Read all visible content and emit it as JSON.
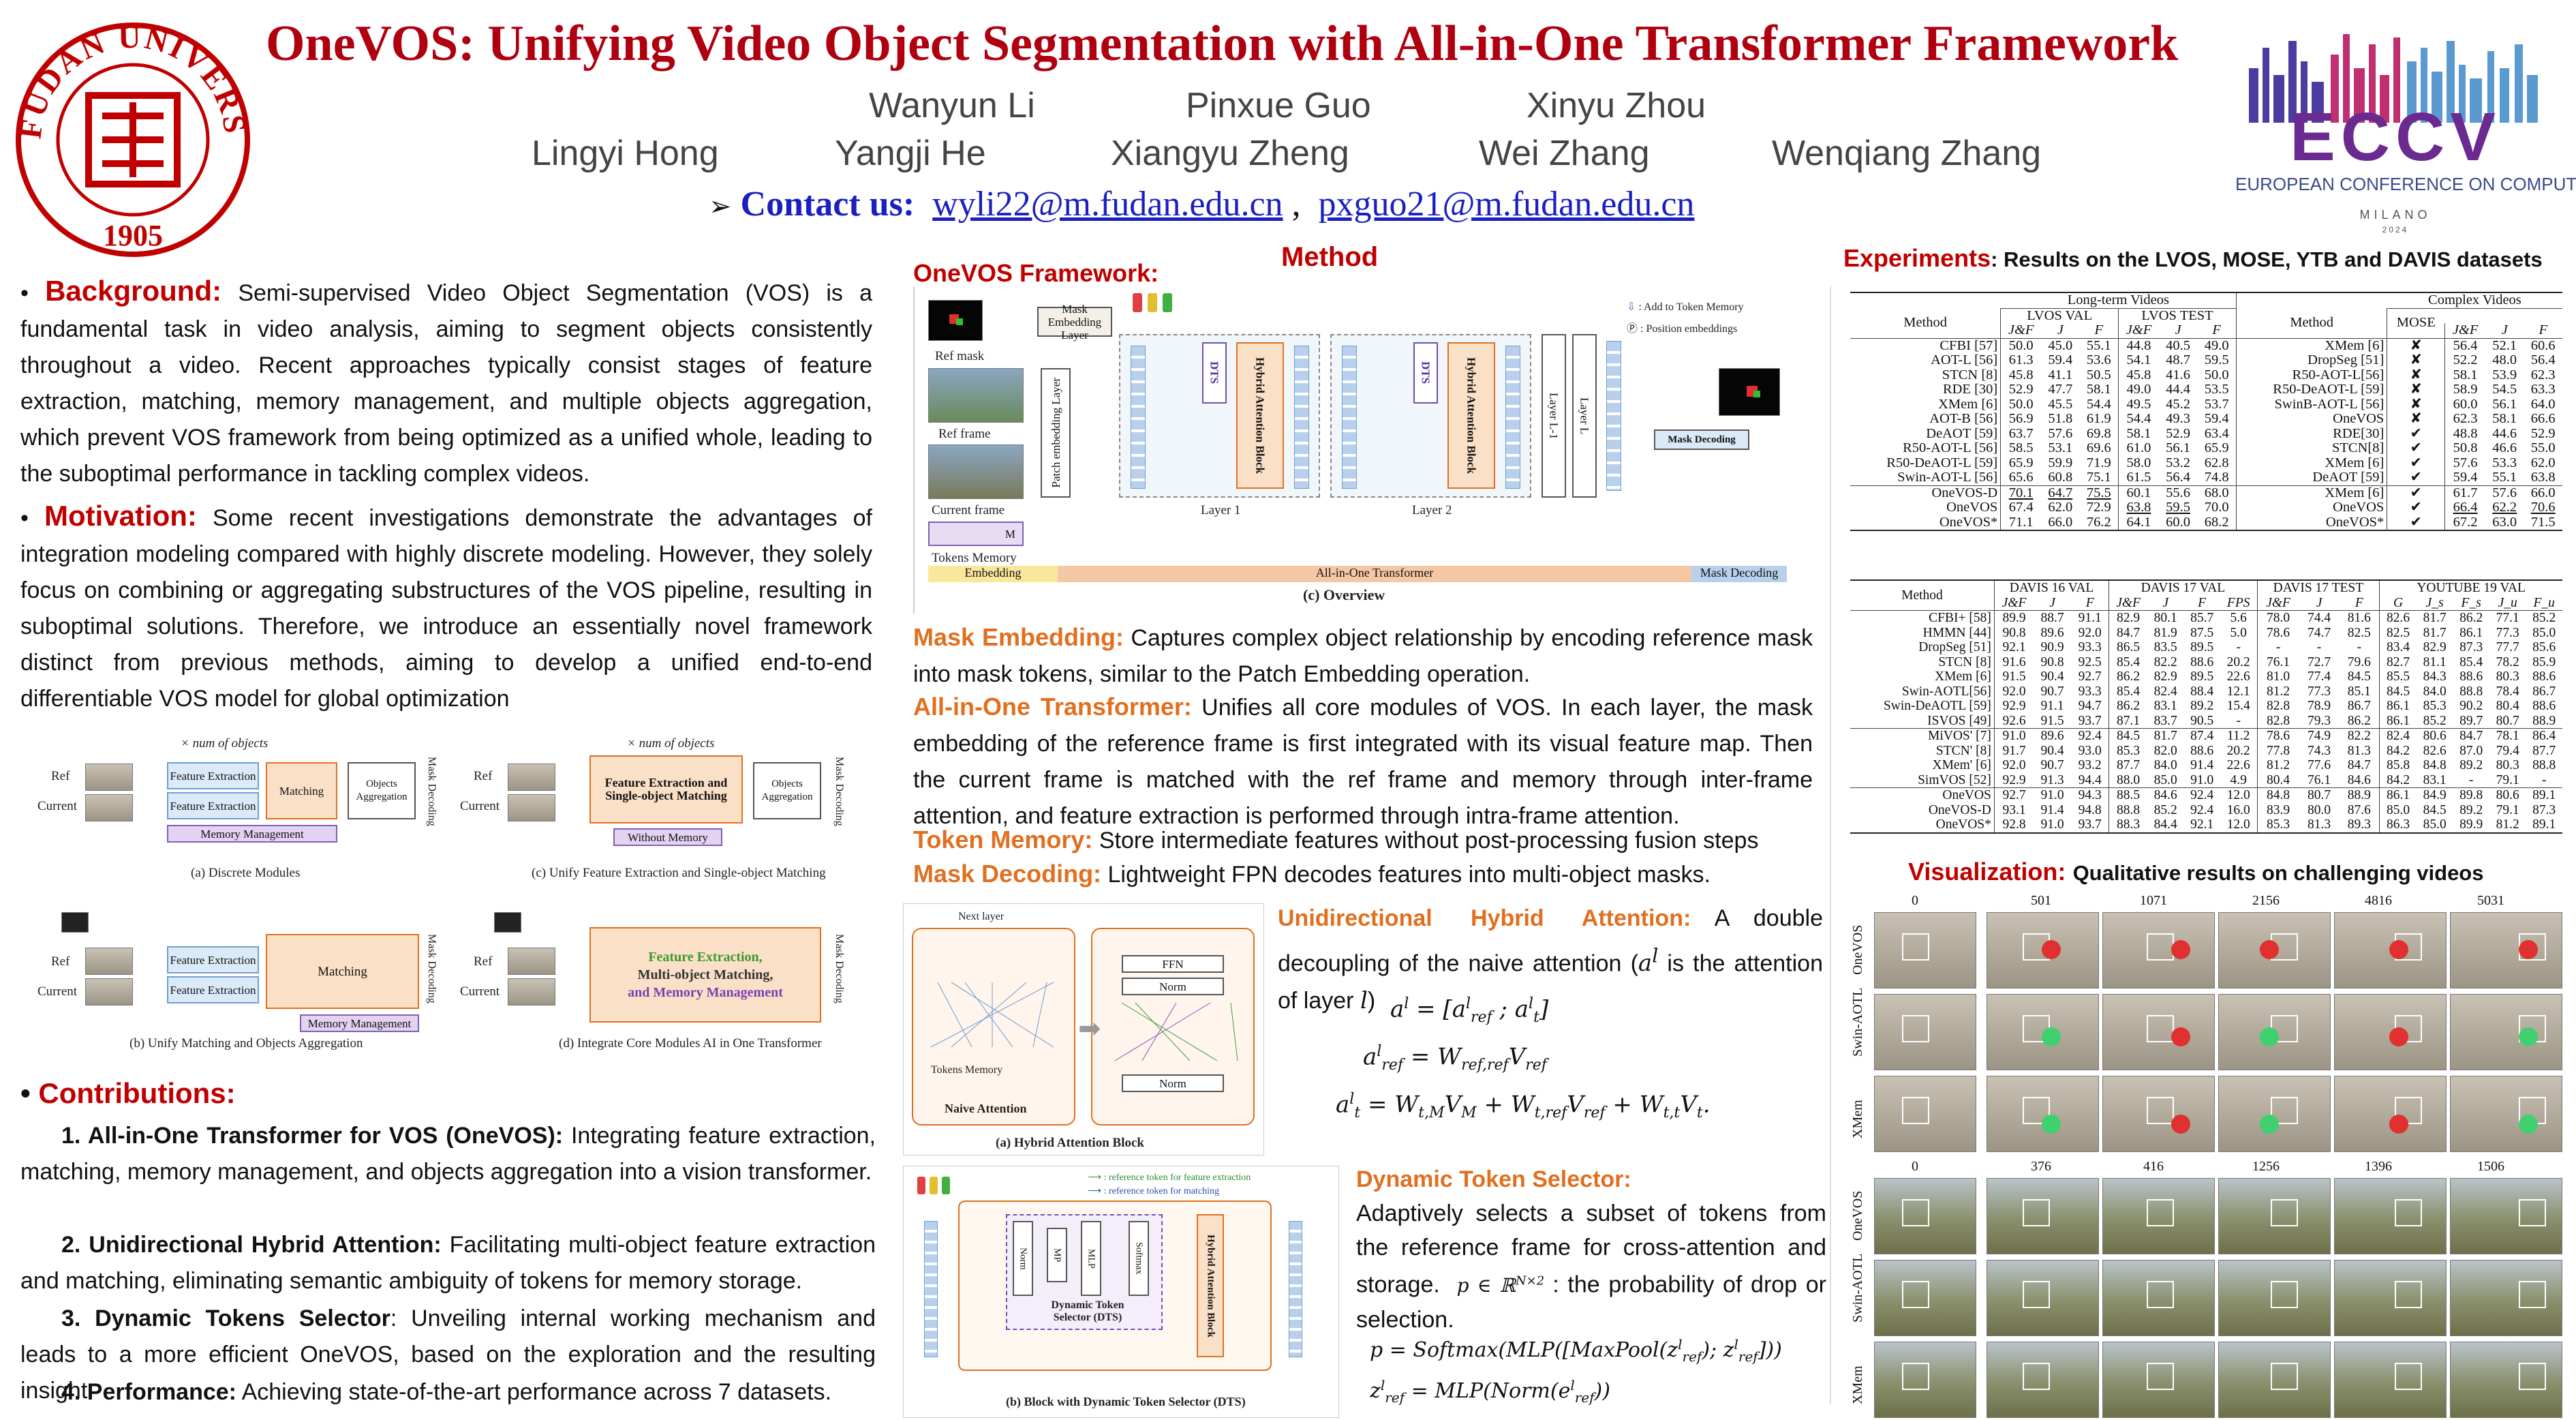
{
  "header": {
    "title": "OneVOS: Unifying Video Object Segmentation with All-in-One Transformer Framework",
    "authors_row1": [
      "Wanyun Li",
      "Pinxue Guo",
      "Xinyu Zhou"
    ],
    "authors_row2": [
      "Lingyi Hong",
      "Yangji He",
      "Xiangyu Zheng",
      "Wei Zhang",
      "Wenqiang Zhang"
    ],
    "contact_label": "Contact us:",
    "emails": [
      "wyli22@m.fudan.edu.cn",
      "pxguo21@m.fudan.edu.cn"
    ],
    "separator": ",",
    "university_logo_text": "FUDAN UNIVERSITY",
    "university_year": "1905",
    "conference_logo": "ECCV",
    "conference_name": "EUROPEAN CONFERENCE ON COMPUTER VISION",
    "conference_city": "MILANO",
    "conference_year": "2024"
  },
  "left": {
    "background_head": "Background:",
    "background_text": "Semi-supervised Video Object Segmentation (VOS) is a fundamental task in video analysis, aiming to segment objects consistently throughout a video. Recent approaches typically consist stages of feature extraction, matching, memory management, and multiple objects aggregation, which prevent VOS framework from being optimized as a unified whole, leading to the suboptimal performance in tackling complex videos.",
    "motivation_head": "Motivation:",
    "motivation_text": "Some recent investigations demonstrate the advantages of integration modeling compared with highly discrete modeling. However, they solely focus on combining or aggregating substructures of the VOS pipeline, resulting in suboptimal solutions. Therefore, we introduce an essentially novel framework distinct from previous methods, aiming to develop a unified end-to-end differentiable VOS model for global optimization",
    "diagrams": {
      "times_objects": "× num of objects",
      "ref": "Ref",
      "current": "Current",
      "feature_extraction": "Feature Extraction",
      "matching": "Matching",
      "objects_aggregation": "Objects Aggregation",
      "memory_management": "Memory Management",
      "mask_decoding": "Mask Decoding",
      "fe_single": "Feature Extraction and Single-object Matching",
      "without_memory": "Without Memory",
      "fe_multi_1": "Feature Extraction,",
      "fe_multi_2": "Multi-object Matching,",
      "fe_multi_3": "and Memory Management",
      "cap_a": "(a) Discrete Modules",
      "cap_b": "(b) Unify Matching and Objects Aggregation",
      "cap_c": "(c) Unify Feature Extraction and Single-object Matching",
      "cap_d": "(d) Integrate Core Modules AI in One Transformer"
    },
    "contributions_head": "Contributions:",
    "contributions": [
      {
        "head": "1.  All-in-One Transformer for VOS (OneVOS):",
        "text": "Integrating feature extraction, matching, memory management, and objects aggregation into a vision transformer."
      },
      {
        "head": "2. Unidirectional Hybrid Attention:",
        "text": "Facilitating multi-object feature extraction and matching, eliminating semantic ambiguity of tokens for memory storage."
      },
      {
        "head": "3. Dynamic Tokens Selector",
        "text": ": Unveiling internal working mechanism and leads to a more efficient OneVOS, based on the exploration and the resulting insight."
      },
      {
        "head": "4. Performance:",
        "text": "Achieving state-of-the-art performance across 7 datasets."
      }
    ]
  },
  "middle": {
    "method_title": "Method",
    "framework_label": "OneVOS Framework:",
    "overview": {
      "ref_mask": "Ref mask",
      "ref_frame": "Ref frame",
      "current_frame": "Current frame",
      "tokens_memory": "Tokens Memory",
      "mask_embedding_layer": "Mask Embedding Layer",
      "patch_embedding": "Patch embedding Layer",
      "dts": "DTS",
      "hybrid": "Hybrid Attention Block",
      "layer1": "Layer 1",
      "layer2": "Layer 2",
      "layer_l1": "Layer L-1",
      "layer_l": "Layer L",
      "mask_decoding": "Mask Decoding",
      "legend_add": ": Add to Token Memory",
      "legend_pos": ": Position embeddings",
      "m": "M",
      "bar_embedding": "Embedding",
      "bar_allinone": "All-in-One Transformer",
      "bar_decoding": "Mask Decoding",
      "caption": "(c) Overview"
    },
    "items": [
      {
        "head": "Mask Embedding:",
        "text": "Captures complex object relationship by encoding reference mask into mask tokens, similar to the Patch Embedding operation."
      },
      {
        "head": "All-in-One Transformer:",
        "text": "Unifies all core modules of VOS.   In each layer, the mask embedding of the reference frame is first integrated with its visual feature map. Then the current frame is matched with the ref frame and memory through inter-frame attention, and feature extraction is performed through intra-frame attention."
      },
      {
        "head": "Token Memory:",
        "text": "Store intermediate features without post-processing fusion steps"
      },
      {
        "head": "Mask Decoding:",
        "text": "Lightweight FPN decodes features into multi-object masks."
      }
    ],
    "hybrid_diagram": {
      "next_layer": "Next layer",
      "tokens_memory": "Tokens Memory",
      "naive_attention": "Naive Attention",
      "ffn": "FFN",
      "norm": "Norm",
      "caption": "(a) Hybrid Attention Block"
    },
    "uha_head": "Unidirectional Hybrid Attention:",
    "uha_text_1": "A double decoupling  of the naive attention (",
    "uha_text_2": " is the attention of layer ",
    "uha_text_3": ")",
    "dts_diagram": {
      "legend1": ": reference token for feature extraction",
      "legend2": ": reference token for matching",
      "norm": "Norm",
      "mp": "MP",
      "mlp": "MLP",
      "softmax": "Softmax",
      "dts_label": "Dynamic Token Selector (DTS)",
      "hybrid": "Hybrid Attention Block",
      "caption": "(b) Block with Dynamic Token Selector (DTS)"
    },
    "dts_head": "Dynamic Token Selector:",
    "dts_text_1": "Adaptively selects a subset of tokens from the reference frame for cross-attention and storage.",
    "dts_text_2": ": the probability of drop or selection."
  },
  "right": {
    "experiments_head": "Experiments",
    "experiments_sub": ": Results on the LVOS, MOSE, YTB and DAVIS datasets",
    "table1": {
      "group_long": "Long-term Videos",
      "group_complex": "Complex Videos",
      "lvos_val": "LVOS VAL",
      "lvos_test": "LVOS TEST",
      "method": "Method",
      "mose": "MOSE",
      "metrics": [
        "J&F",
        "J",
        "F"
      ],
      "rows": [
        [
          "CFBI [57]",
          "50.0",
          "45.0",
          "55.1",
          "44.8",
          "40.5",
          "49.0",
          "XMem [6]",
          "✘",
          "56.4",
          "52.1",
          "60.6"
        ],
        [
          "AOT-L [56]",
          "61.3",
          "59.4",
          "53.6",
          "54.1",
          "48.7",
          "59.5",
          "DropSeg [51]",
          "✘",
          "52.2",
          "48.0",
          "56.4"
        ],
        [
          "STCN [8]",
          "45.8",
          "41.1",
          "50.5",
          "45.8",
          "41.6",
          "50.0",
          "R50-AOT-L[56]",
          "✘",
          "58.1",
          "53.9",
          "62.3"
        ],
        [
          "RDE [30]",
          "52.9",
          "47.7",
          "58.1",
          "49.0",
          "44.4",
          "53.5",
          "R50-DeAOT-L [59]",
          "✘",
          "58.9",
          "54.5",
          "63.3"
        ],
        [
          "XMem [6]",
          "50.0",
          "45.5",
          "54.4",
          "49.5",
          "45.2",
          "53.7",
          "SwinB-AOT-L [56]",
          "✘",
          "60.0",
          "56.1",
          "64.0"
        ],
        [
          "AOT-B [56]",
          "56.9",
          "51.8",
          "61.9",
          "54.4",
          "49.3",
          "59.4",
          "OneVOS",
          "✘",
          "62.3",
          "58.1",
          "66.6"
        ],
        [
          "DeAOT [59]",
          "63.7",
          "57.6",
          "69.8",
          "58.1",
          "52.9",
          "63.4",
          "RDE[30]",
          "✔",
          "48.8",
          "44.6",
          "52.9"
        ],
        [
          "R50-AOT-L [56]",
          "58.5",
          "53.1",
          "69.6",
          "61.0",
          "56.1",
          "65.9",
          "STCN[8]",
          "✔",
          "50.8",
          "46.6",
          "55.0"
        ],
        [
          "R50-DeAOT-L [59]",
          "65.9",
          "59.9",
          "71.9",
          "58.0",
          "53.2",
          "62.8",
          "XMem [6]",
          "✔",
          "57.6",
          "53.3",
          "62.0"
        ],
        [
          "Swin-AOT-L [56]",
          "65.6",
          "60.8",
          "75.1",
          "61.5",
          "56.4",
          "74.8",
          "DeAOT [59]",
          "✔",
          "59.4",
          "55.1",
          "63.8"
        ],
        [
          "OneVOS-D",
          "70.1",
          "64.7",
          "75.5",
          "60.1",
          "55.6",
          "68.0",
          "XMem [6]",
          "✔",
          "61.7",
          "57.6",
          "66.0"
        ],
        [
          "OneVOS",
          "67.4",
          "62.0",
          "72.9",
          "63.8",
          "59.5",
          "70.0",
          "OneVOS",
          "✔",
          "66.4",
          "62.2",
          "70.6"
        ],
        [
          "OneVOS*",
          "71.1",
          "66.0",
          "76.2",
          "64.1",
          "60.0",
          "68.2",
          "OneVOS*",
          "✔",
          "67.2",
          "63.0",
          "71.5"
        ]
      ]
    },
    "table2": {
      "method": "Method",
      "davis16": "DAVIS 16 VAL",
      "davis17v": "DAVIS 17 VAL",
      "davis17t": "DAVIS 17 TEST",
      "ytb": "YOUTUBE 19 VAL",
      "m3": [
        "J&F",
        "J",
        "F"
      ],
      "m4": [
        "J&F",
        "J",
        "F",
        "FPS"
      ],
      "my": [
        "G",
        "J_s",
        "F_s",
        "J_u",
        "F_u"
      ],
      "rows": [
        [
          "CFBI+ [58]",
          "89.9",
          "88.7",
          "91.1",
          "82.9",
          "80.1",
          "85.7",
          "5.6",
          "78.0",
          "74.4",
          "81.6",
          "82.6",
          "81.7",
          "86.2",
          "77.1",
          "85.2"
        ],
        [
          "HMMN [44]",
          "90.8",
          "89.6",
          "92.0",
          "84.7",
          "81.9",
          "87.5",
          "5.0",
          "78.6",
          "74.7",
          "82.5",
          "82.5",
          "81.7",
          "86.1",
          "77.3",
          "85.0"
        ],
        [
          "DropSeg [51]",
          "92.1",
          "90.9",
          "93.3",
          "86.5",
          "83.5",
          "89.5",
          "-",
          "-",
          "-",
          "-",
          "83.4",
          "82.9",
          "87.3",
          "77.7",
          "85.6"
        ],
        [
          "STCN [8]",
          "91.6",
          "90.8",
          "92.5",
          "85.4",
          "82.2",
          "88.6",
          "20.2",
          "76.1",
          "72.7",
          "79.6",
          "82.7",
          "81.1",
          "85.4",
          "78.2",
          "85.9"
        ],
        [
          "XMem [6]",
          "91.5",
          "90.4",
          "92.7",
          "86.2",
          "82.9",
          "89.5",
          "22.6",
          "81.0",
          "77.4",
          "84.5",
          "85.5",
          "84.3",
          "88.6",
          "80.3",
          "88.6"
        ],
        [
          "Swin-AOTL[56]",
          "92.0",
          "90.7",
          "93.3",
          "85.4",
          "82.4",
          "88.4",
          "12.1",
          "81.2",
          "77.3",
          "85.1",
          "84.5",
          "84.0",
          "88.8",
          "78.4",
          "86.7"
        ],
        [
          "Swin-DeAOTL [59]",
          "92.9",
          "91.1",
          "94.7",
          "86.2",
          "83.1",
          "89.2",
          "15.4",
          "82.8",
          "78.9",
          "86.7",
          "86.1",
          "85.3",
          "90.2",
          "80.4",
          "88.6"
        ],
        [
          "ISVOS [49]",
          "92.6",
          "91.5",
          "93.7",
          "87.1",
          "83.7",
          "90.5",
          "-",
          "82.8",
          "79.3",
          "86.2",
          "86.1",
          "85.2",
          "89.7",
          "80.7",
          "88.9"
        ],
        [
          "MiVOS' [7]",
          "91.0",
          "89.6",
          "92.4",
          "84.5",
          "81.7",
          "87.4",
          "11.2",
          "78.6",
          "74.9",
          "82.2",
          "82.4",
          "80.6",
          "84.7",
          "78.1",
          "86.4"
        ],
        [
          "STCN' [8]",
          "91.7",
          "90.4",
          "93.0",
          "85.3",
          "82.0",
          "88.6",
          "20.2",
          "77.8",
          "74.3",
          "81.3",
          "84.2",
          "82.6",
          "87.0",
          "79.4",
          "87.7"
        ],
        [
          "XMem' [6]",
          "92.0",
          "90.7",
          "93.2",
          "87.7",
          "84.0",
          "91.4",
          "22.6",
          "81.2",
          "77.6",
          "84.7",
          "85.8",
          "84.8",
          "89.2",
          "80.3",
          "88.8"
        ],
        [
          "SimVOS [52]",
          "92.9",
          "91.3",
          "94.4",
          "88.0",
          "85.0",
          "91.0",
          "4.9",
          "80.4",
          "76.1",
          "84.6",
          "84.2",
          "83.1",
          "-",
          "79.1",
          "-"
        ],
        [
          "OneVOS",
          "92.7",
          "91.0",
          "94.3",
          "88.5",
          "84.6",
          "92.4",
          "12.0",
          "84.8",
          "80.7",
          "88.9",
          "86.1",
          "84.9",
          "89.8",
          "80.6",
          "89.1"
        ],
        [
          "OneVOS-D",
          "93.1",
          "91.4",
          "94.8",
          "88.8",
          "85.2",
          "92.4",
          "16.0",
          "83.9",
          "80.0",
          "87.6",
          "85.0",
          "84.5",
          "89.2",
          "79.1",
          "87.3"
        ],
        [
          "OneVOS*",
          "92.8",
          "91.0",
          "93.7",
          "88.3",
          "84.4",
          "92.1",
          "12.0",
          "85.3",
          "81.3",
          "89.3",
          "86.3",
          "85.0",
          "89.9",
          "81.2",
          "89.1"
        ]
      ]
    },
    "vis_head": "Visualization:",
    "vis_sub": "Qualitative results on challenging videos",
    "vis_rows": [
      "OneVOS",
      "Swin-AOTL",
      "XMem"
    ],
    "frames1": [
      "0",
      "501",
      "1071",
      "2156",
      "4816",
      "5031"
    ],
    "frames2": [
      "0",
      "376",
      "416",
      "1256",
      "1396",
      "1506"
    ]
  },
  "colors": {
    "title_red": "#b00010",
    "section_red": "#c00000",
    "accent_orange": "#e07020",
    "link_blue": "#1a20c0"
  }
}
